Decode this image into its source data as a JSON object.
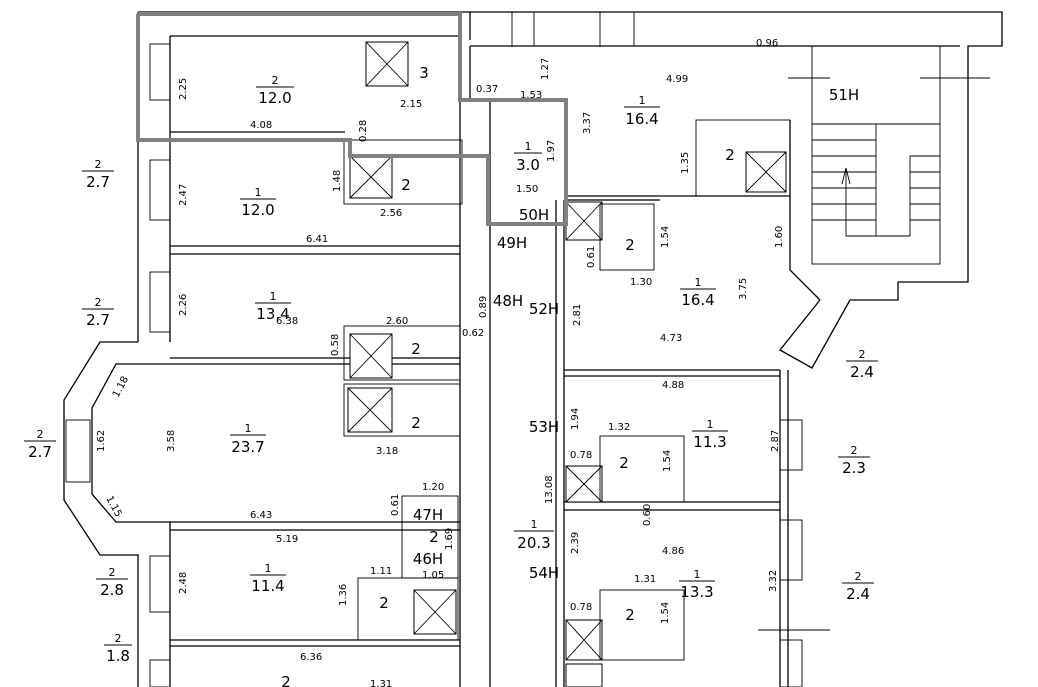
{
  "title": "",
  "rooms": [
    {
      "id": "r1",
      "num": "2",
      "area": "12.0"
    },
    {
      "id": "r2",
      "num": "3",
      "area": ""
    },
    {
      "id": "r3",
      "num": "1",
      "area": "16.4"
    },
    {
      "id": "r4",
      "num": "1",
      "area": "3.0"
    },
    {
      "id": "r5",
      "num": "1",
      "area": "12.0"
    },
    {
      "id": "r6",
      "num": "1",
      "area": "13.4"
    },
    {
      "id": "r7",
      "num": "1",
      "area": "16.4"
    },
    {
      "id": "r8",
      "num": "1",
      "area": "23.7"
    },
    {
      "id": "r9",
      "num": "1",
      "area": "11.3"
    },
    {
      "id": "r10",
      "num": "1",
      "area": "20.3"
    },
    {
      "id": "r11",
      "num": "1",
      "area": "13.3"
    },
    {
      "id": "r12",
      "num": "1",
      "area": "11.4"
    },
    {
      "id": "b1",
      "num": "2",
      "area": ""
    },
    {
      "id": "b2",
      "num": "2",
      "area": ""
    },
    {
      "id": "b3",
      "num": "2",
      "area": ""
    },
    {
      "id": "b4",
      "num": "2",
      "area": ""
    },
    {
      "id": "b5",
      "num": "2",
      "area": ""
    },
    {
      "id": "b6",
      "num": "2",
      "area": ""
    },
    {
      "id": "b7",
      "num": "2",
      "area": ""
    },
    {
      "id": "b8",
      "num": "2",
      "area": ""
    },
    {
      "id": "b9",
      "num": "2",
      "area": ""
    },
    {
      "id": "b10",
      "num": "2",
      "area": ""
    },
    {
      "id": "ext1",
      "num": "2",
      "area": "2.7"
    },
    {
      "id": "ext2",
      "num": "2",
      "area": "2.7"
    },
    {
      "id": "ext3",
      "num": "2",
      "area": "2.7"
    },
    {
      "id": "ext4",
      "num": "2",
      "area": "2.8"
    },
    {
      "id": "ext5",
      "num": "2",
      "area": "1.8"
    },
    {
      "id": "ext6",
      "num": "2",
      "area": "2.4"
    },
    {
      "id": "ext7",
      "num": "2",
      "area": "2.3"
    },
    {
      "id": "ext8",
      "num": "2",
      "area": "2.4"
    }
  ],
  "units": [
    "51Н",
    "50Н",
    "49Н",
    "48Н",
    "52Н",
    "53Н",
    "54Н",
    "47Н",
    "46Н"
  ],
  "dims": [
    "0.96",
    "1.27",
    "4.99",
    "2.25",
    "2.15",
    "0.37",
    "1.53",
    "3.37",
    "4.08",
    "0.28",
    "1.97",
    "1.48",
    "2.47",
    "2.56",
    "1.50",
    "1.35",
    "6.41",
    "1.60",
    "0.61",
    "1.54",
    "3.75",
    "0.89",
    "1.30",
    "2.26",
    "6.38",
    "2.60",
    "0.62",
    "2.81",
    "0.58",
    "4.73",
    "1.18",
    "4.88",
    "1.94",
    "1.62",
    "3.58",
    "3.18",
    "1.32",
    "2.87",
    "0.78",
    "1.54",
    "1.20",
    "13.08",
    "1.15",
    "6.43",
    "0.61",
    "0.60",
    "5.19",
    "1.69",
    "2.39",
    "4.86",
    "1.11",
    "1.05",
    "3.32",
    "2.48",
    "1.31",
    "0.78",
    "1.36",
    "1.54",
    "6.36",
    "1.31"
  ]
}
